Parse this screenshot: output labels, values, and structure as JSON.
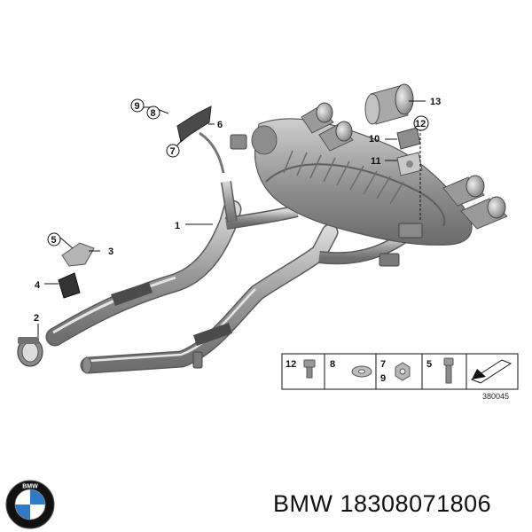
{
  "diagram": {
    "callouts": {
      "c1": "1",
      "c2": "2",
      "c3": "3",
      "c4": "4",
      "c5": "5",
      "c6": "6",
      "c7": "7",
      "c8": "8",
      "c9": "9",
      "c10": "10",
      "c11": "11",
      "c12": "12",
      "c13": "13"
    },
    "legend": {
      "item_12": "12",
      "item_8": "8",
      "item_7": "7",
      "item_9": "9",
      "item_5": "5"
    },
    "figure_code": "380045"
  },
  "caption": {
    "brand": "BMW",
    "part_number": "18308071806",
    "full": "BMW 18308071806"
  },
  "logo": {
    "letters": "BMW",
    "colors": {
      "blue": "#2e7bc4",
      "white": "#ffffff",
      "ring": "#111111"
    }
  }
}
